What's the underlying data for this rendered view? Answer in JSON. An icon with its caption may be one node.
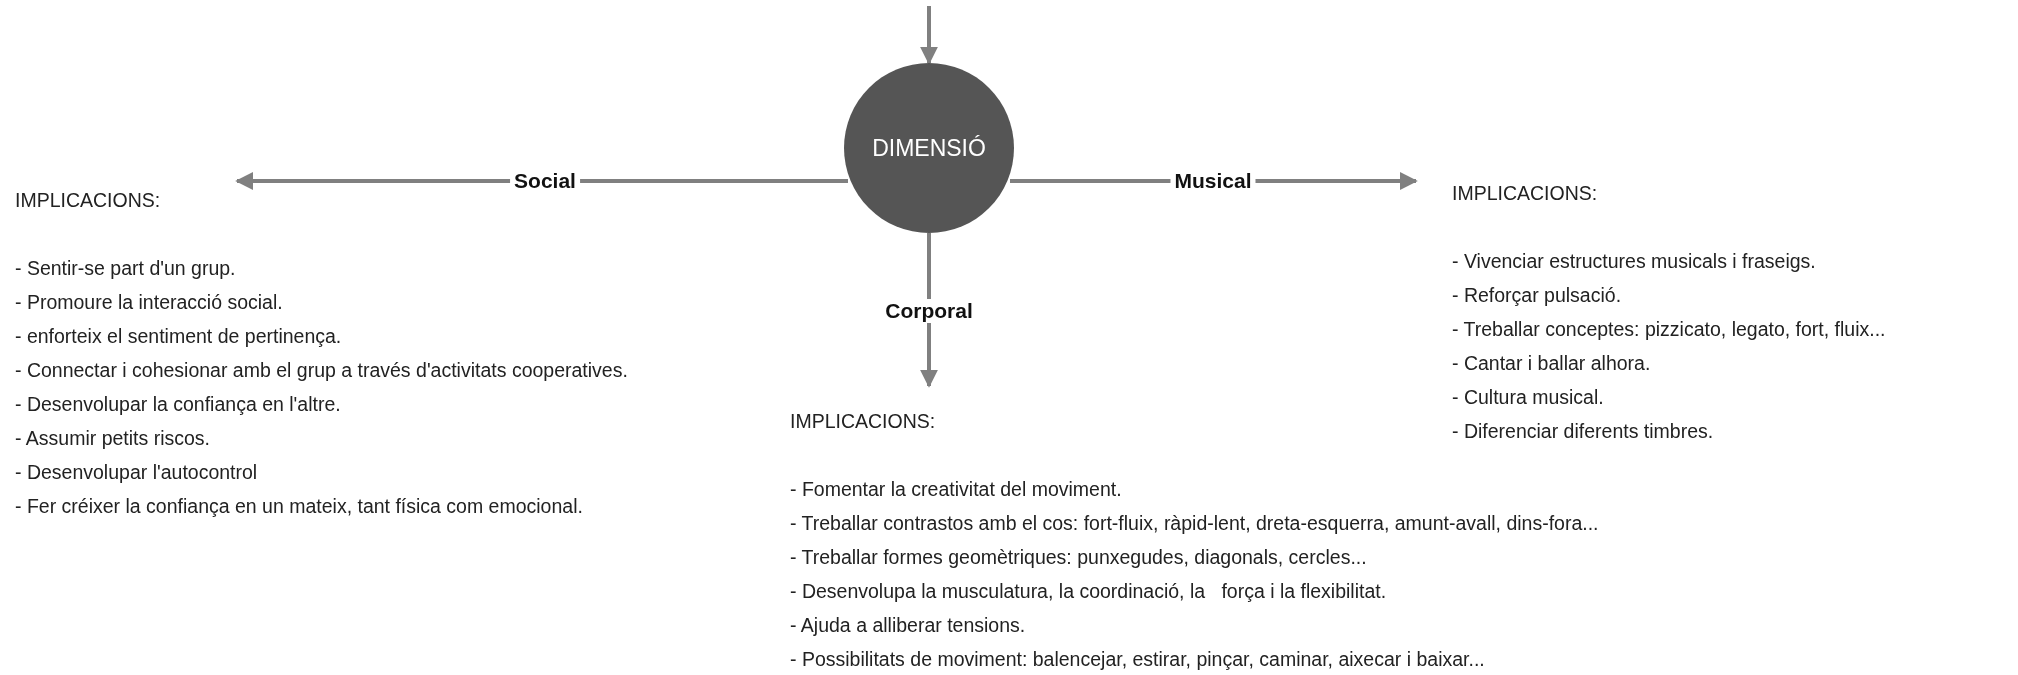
{
  "diagram": {
    "nodes": [
      {
        "text": [
          "DIMENSIÓ"
        ]
      },
      {
        "text": [
          "IMPLICACIONS:",
          "- Sentir-se part d'un grup.",
          "- Promoure la interacció social.",
          "- enforteix el sentiment de pertinença.",
          "- Connectar i cohesionar amb el grup a través d'activitats cooperatives.",
          "- Desenvolupar la confiança en l'altre.",
          "- Assumir petits riscos.",
          "- Desenvolupar l'autocontrol",
          "- Fer créixer la confiança en un mateix, tant física com emocional."
        ]
      },
      {
        "text": [
          "IMPLICACIONS:",
          "- Vivenciar estructures musicals i fraseigs.",
          "- Reforçar pulsació.",
          "- Treballar conceptes: pizzicato, legato, fort, fluix...",
          "- Cantar i ballar alhora.",
          "- Cultura musical.",
          "- Diferenciar diferents timbres."
        ]
      },
      {
        "text": [
          "IMPLICACIONS:",
          "- Fomentar la creativitat del moviment.",
          "- Treballar contrastos amb el cos: fort-fluix, ràpid-lent, dreta-esquerra, amunt-avall, dins-fora...",
          "- Treballar formes geomètriques: punxegudes, diagonals, cercles...",
          "- Desenvolupa la musculatura, la coordinació, la   força i la flexibilitat.",
          "- Ajuda a alliberar tensions.",
          "- Possibilitats de moviment: balencejar, estirar, pinçar, caminar, aixecar i baixar..."
        ]
      }
    ],
    "edges": [
      {
        "from": null,
        "to": 0,
        "arrow": "to"
      },
      {
        "from": 0,
        "to": 1,
        "arrow": "to",
        "label": "Social"
      },
      {
        "from": 0,
        "to": 2,
        "arrow": "to",
        "label": "Musical"
      },
      {
        "from": 0,
        "to": 3,
        "arrow": "to",
        "label": "Corporal"
      }
    ]
  }
}
